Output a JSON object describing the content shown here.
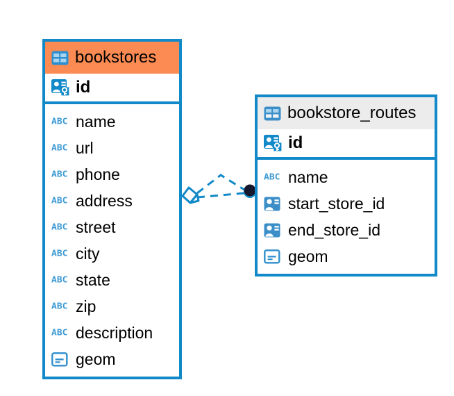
{
  "diagram": {
    "type": "entity-relationship-diagram",
    "background": "#ffffff",
    "accent_border": "#1289c8",
    "highlight_header": "#fb8b52",
    "plain_header": "#ececec",
    "icon_blue": "#1289c8",
    "relationship_line": "#1289c8",
    "relationship_endpoint": "#1a1a2e"
  },
  "entities": [
    {
      "name": "bookstores",
      "header_style": "highlighted",
      "table_icon": "table-icon",
      "primary_key": {
        "name": "id",
        "icon": "primary-key-icon"
      },
      "fields": [
        {
          "name": "name",
          "icon": "abc-text-icon",
          "type_glyph": "ABC"
        },
        {
          "name": "url",
          "icon": "abc-text-icon",
          "type_glyph": "ABC"
        },
        {
          "name": "phone",
          "icon": "abc-text-icon",
          "type_glyph": "ABC"
        },
        {
          "name": "address",
          "icon": "abc-text-icon",
          "type_glyph": "ABC"
        },
        {
          "name": "street",
          "icon": "abc-text-icon",
          "type_glyph": "ABC"
        },
        {
          "name": "city",
          "icon": "abc-text-icon",
          "type_glyph": "ABC"
        },
        {
          "name": "state",
          "icon": "abc-text-icon",
          "type_glyph": "ABC"
        },
        {
          "name": "zip",
          "icon": "abc-text-icon",
          "type_glyph": "ABC"
        },
        {
          "name": "description",
          "icon": "abc-text-icon",
          "type_glyph": "ABC"
        },
        {
          "name": "geom",
          "icon": "geometry-icon",
          "type_glyph": ""
        }
      ]
    },
    {
      "name": "bookstore_routes",
      "header_style": "plain",
      "table_icon": "table-icon",
      "primary_key": {
        "name": "id",
        "icon": "primary-key-icon"
      },
      "fields": [
        {
          "name": "name",
          "icon": "abc-text-icon",
          "type_glyph": "ABC"
        },
        {
          "name": "start_store_id",
          "icon": "foreign-key-icon",
          "type_glyph": ""
        },
        {
          "name": "end_store_id",
          "icon": "foreign-key-icon",
          "type_glyph": ""
        },
        {
          "name": "geom",
          "icon": "geometry-icon",
          "type_glyph": ""
        }
      ]
    }
  ],
  "relationship": {
    "from_entity": "bookstores",
    "to_entity": "bookstore_routes",
    "from_marker": "polygon-diamond-marker",
    "to_marker": "filled-circle-marker",
    "line_style": "dashed"
  }
}
